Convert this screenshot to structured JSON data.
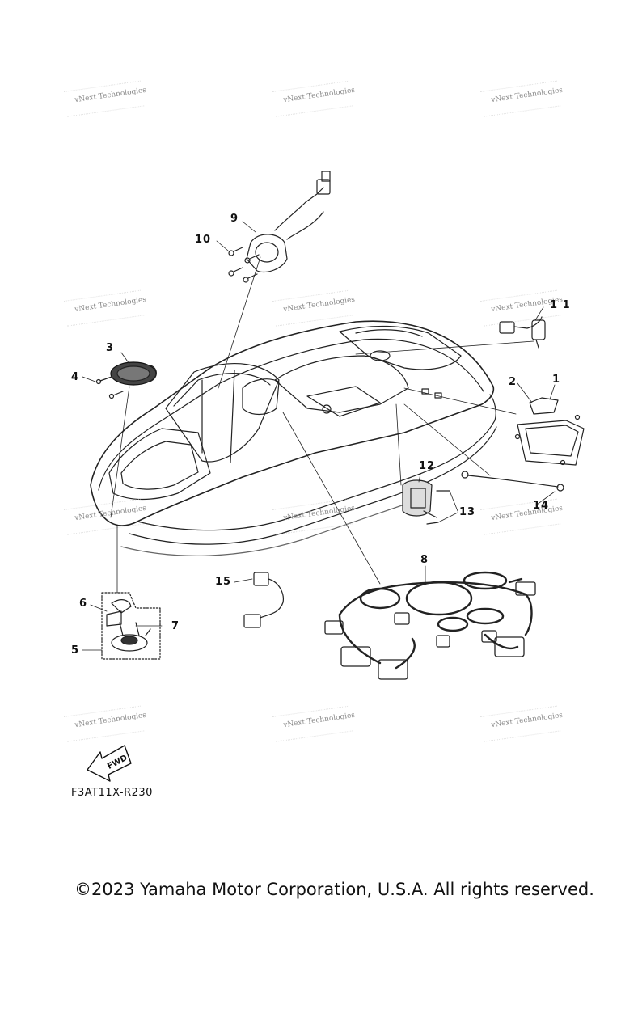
{
  "watermark_text": "vNext Technologies",
  "callouts": {
    "c1": "1",
    "c2": "2",
    "c3": "3",
    "c4": "4",
    "c5": "5",
    "c6": "6",
    "c7": "7",
    "c8": "8",
    "c9": "9",
    "c10": "10",
    "c11": "1 1",
    "c12": "12",
    "c13": "13",
    "c14": "14",
    "c15": "15"
  },
  "fwd_label": "FWD",
  "drawing_code": "F3AT11X-R230",
  "copyright": "©2023 Yamaha Motor Corporation, U.S.A. All rights reserved."
}
